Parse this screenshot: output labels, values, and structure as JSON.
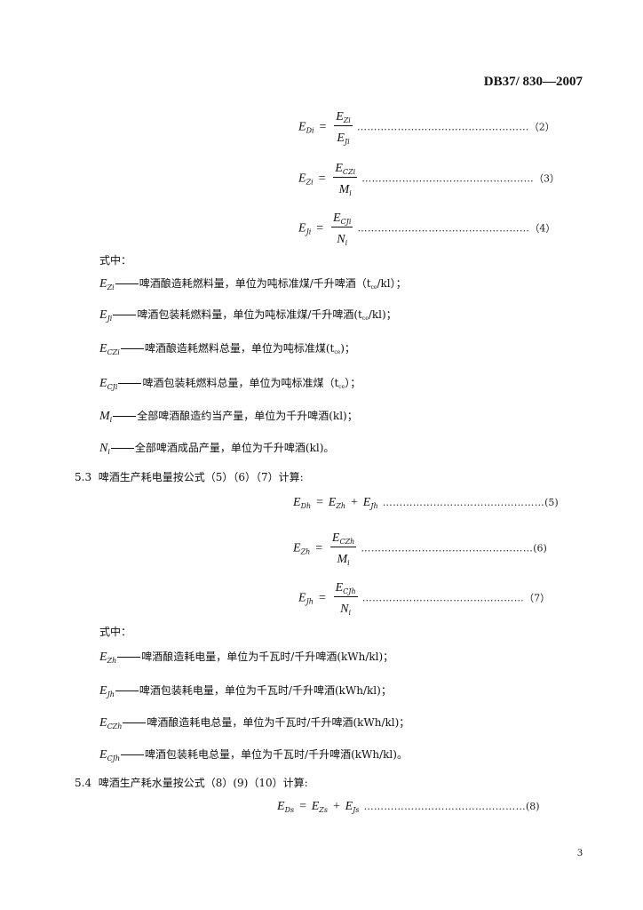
{
  "header": {
    "doc_number": "DB37/ 830—2007"
  },
  "eq2": {
    "lhs": "E",
    "lhs_sub": "Di",
    "num": "E",
    "num_sub": "Zi",
    "den": "E",
    "den_sub": "Ji",
    "dots": "……………………………………………",
    "no": "（2）"
  },
  "eq3": {
    "lhs": "E",
    "lhs_sub": "Zi",
    "num": "E",
    "num_sub": "CZi",
    "den": "M",
    "den_sub": "i",
    "dots": "……………………………………………",
    "no": "（3）"
  },
  "eq4": {
    "lhs": "E",
    "lhs_sub": "Ji",
    "num": "E",
    "num_sub": "CJi",
    "den": "N",
    "den_sub": "i",
    "dots": "……………………………………………",
    "no": "（4）"
  },
  "where1": "式中：",
  "defs1": [
    {
      "sym": "E",
      "sub": "Zi",
      "text": "啤酒酿造耗燃料量，单位为吨标准煤/千升啤酒（t",
      "unit_sub": "ce",
      "text_end": "/kl）；"
    },
    {
      "sym": "E",
      "sub": "Ji",
      "text": "啤酒包装耗燃料量，单位为吨标准煤/千升啤酒(t",
      "unit_sub": "ce",
      "text_end": "/kl)；"
    },
    {
      "sym": "E",
      "sub": "CZi",
      "text": "啤酒酿造耗燃料总量，单位为吨标准煤(t",
      "unit_sub": "ce",
      "text_end": ")；"
    },
    {
      "sym": "E",
      "sub": "CJi",
      "text": "啤酒包装耗燃料总量，单位为吨标准煤（t",
      "unit_sub": "ce",
      "text_end": "）；"
    },
    {
      "sym": "M",
      "sub": "i",
      "text": "全部啤酒酿造约当产量，单位为千升啤酒(kl)；",
      "unit_sub": "",
      "text_end": ""
    },
    {
      "sym": "N",
      "sub": "i",
      "text": "全部啤酒成品产量，单位为千升啤酒(kl)。",
      "unit_sub": "",
      "text_end": ""
    }
  ],
  "sec53": {
    "num": "5.3",
    "text": "啤酒生产耗电量按公式（5）（6）（7）计算:"
  },
  "eq5": {
    "lhs": "E",
    "lhs_sub": "Dh",
    "r1": "E",
    "r1_sub": "Zh",
    "plus": "+",
    "r2": "E",
    "r2_sub": "Jh",
    "dots": "…………………………………………",
    "no": "(5)"
  },
  "eq6": {
    "lhs": "E",
    "lhs_sub": "Zh",
    "num": "E",
    "num_sub": "CZh",
    "den": "M",
    "den_sub": "i",
    "dots": "……………………………………………",
    "no": "(6)"
  },
  "eq7": {
    "lhs": "E",
    "lhs_sub": "Jh",
    "num": "E",
    "num_sub": "CJh",
    "den": "N",
    "den_sub": "i",
    "dots": "…………………………………………",
    "no": "（7）"
  },
  "where2": "式中：",
  "defs2": [
    {
      "sym": "E",
      "sub": "Zh",
      "text": "啤酒酿造耗电量，单位为千瓦时/千升啤酒(kWh/kl)；"
    },
    {
      "sym": "E",
      "sub": "Jh",
      "text": "啤酒包装耗电量，单位为千瓦时/千升啤酒(kWh/kl)；"
    },
    {
      "sym": "E",
      "sub": "CZh",
      "text": "啤酒酿造耗电总量，单位为千瓦时/千升啤酒(kWh/kl)；"
    },
    {
      "sym": "E",
      "sub": "CJh",
      "text": "啤酒包装耗电总量，单位为千瓦时/千升啤酒(kWh/kl)。"
    }
  ],
  "sec54": {
    "num": "5.4",
    "text": "啤酒生产耗水量按公式（8）(9)（10）计算:"
  },
  "eq8": {
    "lhs": "E",
    "lhs_sub": "Ds",
    "r1": "E",
    "r1_sub": "Zs",
    "plus": "+",
    "r2": "E",
    "r2_sub": "Js",
    "dots": "…………………………………………",
    "no": "(8)"
  },
  "page_number": "3"
}
